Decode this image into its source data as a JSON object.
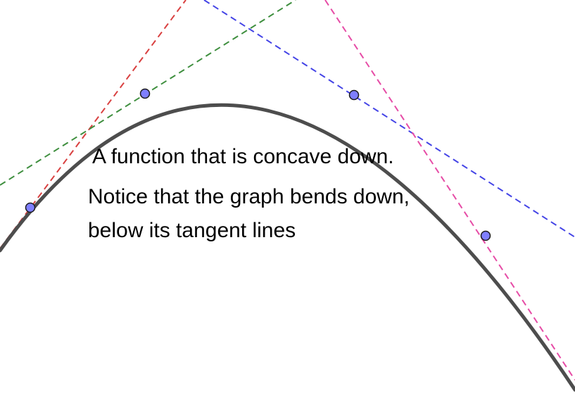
{
  "text": {
    "title": "A function that is concave down.",
    "note_line1": "Notice that the graph bends down,",
    "note_line2": "below its tangent lines"
  },
  "colors": {
    "curve": "#4d4d4d",
    "point_fill": "#7f7fff",
    "point_stroke": "#1a1a1a",
    "tangents": [
      "#d94040",
      "#3f8f3f",
      "#4444e6",
      "#e64ca6"
    ]
  }
}
